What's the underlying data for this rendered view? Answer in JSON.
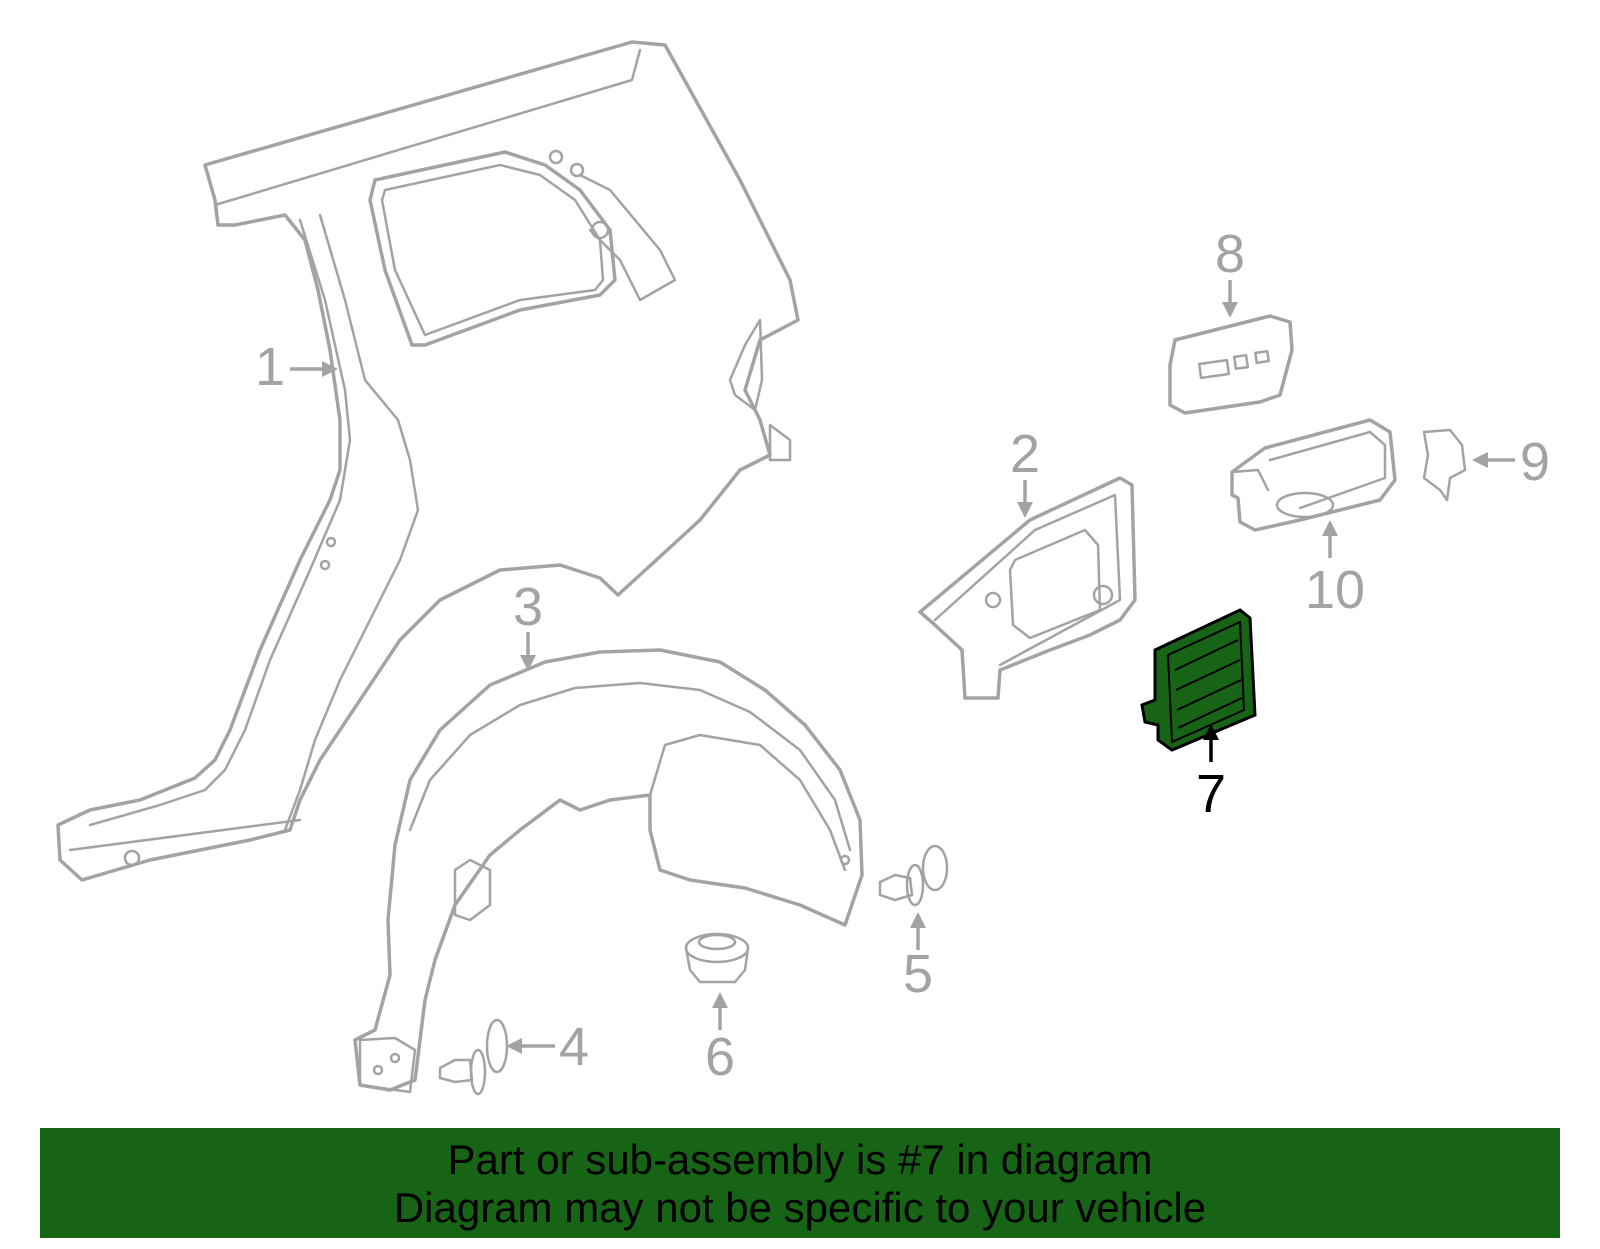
{
  "diagram": {
    "highlighted_part": "7",
    "highlight_color": "#176417",
    "part_color": "#a3a3a3",
    "callouts": [
      {
        "id": "c1",
        "label": "1"
      },
      {
        "id": "c2",
        "label": "2"
      },
      {
        "id": "c3",
        "label": "3"
      },
      {
        "id": "c4",
        "label": "4"
      },
      {
        "id": "c5",
        "label": "5"
      },
      {
        "id": "c6",
        "label": "6"
      },
      {
        "id": "c7",
        "label": "7"
      },
      {
        "id": "c8",
        "label": "8"
      },
      {
        "id": "c9",
        "label": "9"
      },
      {
        "id": "c10",
        "label": "10"
      }
    ]
  },
  "banner": {
    "line1": "Part or sub-assembly is #7 in diagram",
    "line2": "Diagram may not be specific to your vehicle",
    "background": "#176417"
  }
}
